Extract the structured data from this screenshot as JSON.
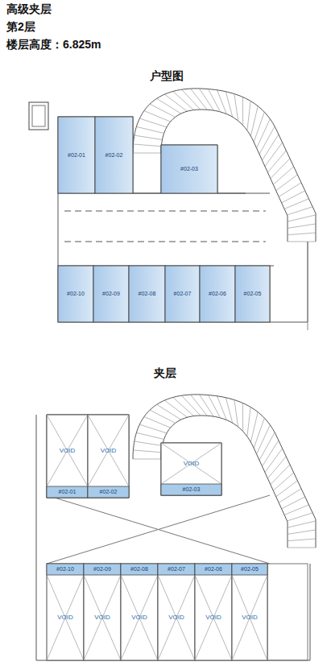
{
  "diagram": {
    "title": "高级夹层",
    "nodes": [
      {
        "text": [
          "#02-01"
        ]
      },
      {
        "text": [
          "#02-02"
        ]
      },
      {
        "text": [
          "#02-03"
        ]
      },
      {
        "text": [
          "#02-10"
        ]
      },
      {
        "text": [
          "#02-09"
        ]
      },
      {
        "text": [
          "#02-08"
        ]
      },
      {
        "text": [
          "#02-07"
        ]
      },
      {
        "text": [
          "#02-06"
        ]
      },
      {
        "text": [
          "#02-05"
        ]
      },
      {
        "text": [
          "VOID",
          "#02-01"
        ]
      },
      {
        "text": [
          "VOID",
          "#02-02"
        ]
      },
      {
        "text": [
          "VOID",
          "#02-03"
        ]
      },
      {
        "text": [
          "VOID",
          "#02-10"
        ]
      },
      {
        "text": [
          "VOID",
          "#02-09"
        ]
      },
      {
        "text": [
          "VOID",
          "#02-08"
        ]
      },
      {
        "text": [
          "VOID",
          "#02-07"
        ]
      },
      {
        "text": [
          "VOID",
          "#02-06"
        ]
      },
      {
        "text": [
          "VOID",
          "#02-05"
        ]
      }
    ],
    "labels": [
      "第2层",
      "楼层高度：6.825m",
      "户型图",
      "夹层"
    ]
  }
}
